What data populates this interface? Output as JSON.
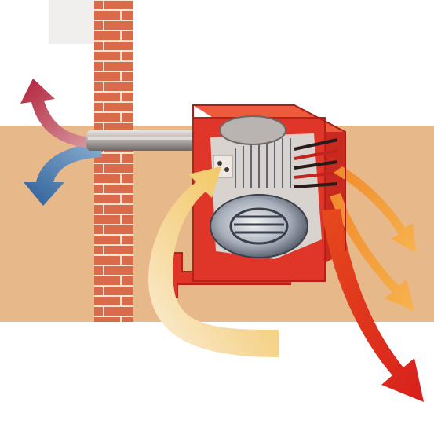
{
  "illustration": {
    "subject": "wall-mounted-heater-cutaway",
    "colors": {
      "background": "#ffffff",
      "room_wall": "#e7b98a",
      "brick": "#d96b4a",
      "mortar": "#f6e3d2",
      "heater_casing": "#e0362a",
      "heater_shadow": "#b5221a",
      "flue_pipe": "#b9b1b0",
      "cold_air_arrow": "#3f6fa5",
      "exhaust_arrow": "#c0304a",
      "intake_arrow": "#f2c04a",
      "warm_air_arrow_light": "#f6a446",
      "warm_air_arrow_dark": "#e23a1e",
      "burner_metal": "#7e8a9a"
    },
    "arrows": [
      {
        "role": "outdoor-fresh-air",
        "color": "cold_air_arrow"
      },
      {
        "role": "flue-exhaust",
        "color": "exhaust_arrow"
      },
      {
        "role": "room-air-intake",
        "color": "intake_arrow"
      },
      {
        "role": "warm-air-outlet-upper",
        "color": "warm_air_arrow_light"
      },
      {
        "role": "warm-air-outlet-middle",
        "color": "warm_air_arrow_light"
      },
      {
        "role": "warm-air-outlet-lower",
        "color": "warm_air_arrow_dark"
      }
    ]
  }
}
